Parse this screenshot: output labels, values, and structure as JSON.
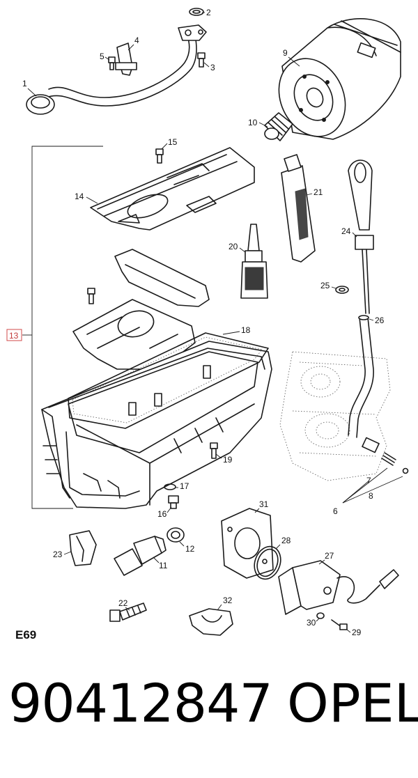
{
  "diagram": {
    "code": "E69",
    "callouts": [
      "1",
      "2",
      "3",
      "4",
      "5",
      "6",
      "7",
      "8",
      "9",
      "10",
      "11",
      "12",
      "13",
      "14",
      "15",
      "16",
      "17",
      "18",
      "19",
      "20",
      "21",
      "22",
      "23",
      "24",
      "25",
      "26",
      "27",
      "28",
      "29",
      "30",
      "31",
      "32"
    ],
    "highlighted_callout": "13",
    "colors": {
      "line": "#1a1a1a",
      "highlight": "#c23a3a",
      "background": "#ffffff"
    }
  },
  "footer": {
    "part_number": "90412847",
    "brand": "OPEL"
  }
}
